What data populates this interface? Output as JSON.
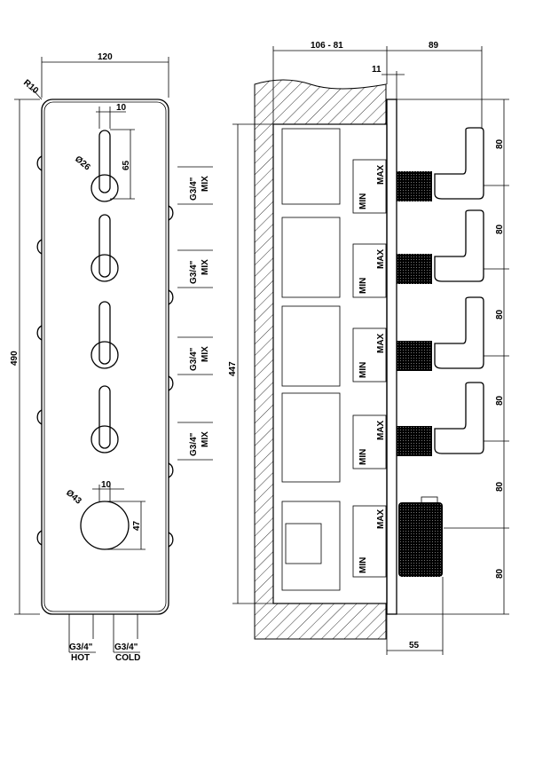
{
  "front_view": {
    "width_dim": "120",
    "radius_dim": "R10",
    "slot_width_dim": "10",
    "handle_diameter_dim": "Ø26",
    "handle_height_dim": "65",
    "height_dim": "490",
    "outlet_labels": [
      {
        "thread": "G3/4\"",
        "type": "MIX"
      },
      {
        "thread": "G3/4\"",
        "type": "MIX"
      },
      {
        "thread": "G3/4\"",
        "type": "MIX"
      },
      {
        "thread": "G3/4\"",
        "type": "MIX"
      }
    ],
    "knob_diameter_dim": "Ø43",
    "knob_offset_dim": "10",
    "knob_height_dim": "47",
    "inlet_hot": {
      "thread": "G3/4\"",
      "type": "HOT"
    },
    "inlet_cold": {
      "thread": "G3/4\"",
      "type": "COLD"
    }
  },
  "side_view": {
    "depth_dim": "106 - 81",
    "projection_dim": "89",
    "plate_dim": "11",
    "body_height_dim": "447",
    "range_labels": [
      {
        "min": "MIN",
        "max": "MAX"
      },
      {
        "min": "MIN",
        "max": "MAX"
      },
      {
        "min": "MIN",
        "max": "MAX"
      },
      {
        "min": "MIN",
        "max": "MAX"
      },
      {
        "min": "MIN",
        "max": "MAX"
      }
    ],
    "spacing_dims": [
      "80",
      "80",
      "80",
      "80",
      "80",
      "80"
    ],
    "knob_depth_dim": "55"
  }
}
